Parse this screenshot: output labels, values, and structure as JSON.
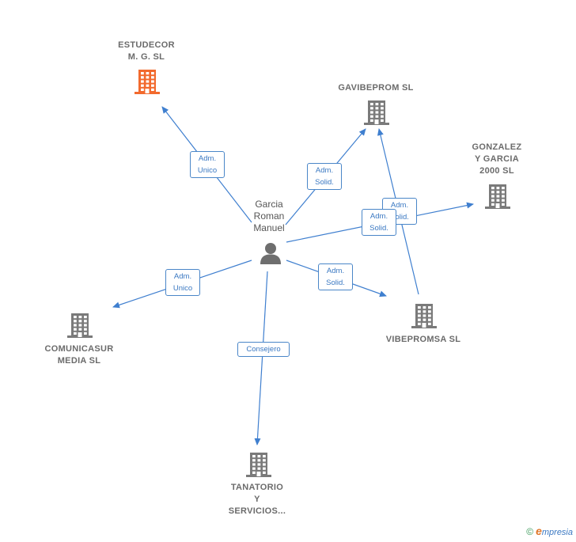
{
  "colors": {
    "edge": "#3f7fcf",
    "building": "#7a7a7a",
    "building_highlight": "#f26a2e",
    "person": "#6e6e6e"
  },
  "person": {
    "name": "Garcia\nRoman\nManuel",
    "icon": "person-icon"
  },
  "companies": [
    {
      "id": "estudecor",
      "name": "ESTUDECOR\nM. G.  SL",
      "highlight": true,
      "icon": "building-icon"
    },
    {
      "id": "gavibeprom",
      "name": "GAVIBEPROM SL",
      "highlight": false,
      "icon": "building-icon"
    },
    {
      "id": "gonzalez",
      "name": "GONZALEZ\nY GARCIA\n2000 SL",
      "highlight": false,
      "icon": "building-icon"
    },
    {
      "id": "comunicasur",
      "name": "COMUNICASUR\nMEDIA  SL",
      "highlight": false,
      "icon": "building-icon"
    },
    {
      "id": "vibepromsa",
      "name": "VIBEPROMSA SL",
      "highlight": false,
      "icon": "building-icon"
    },
    {
      "id": "tanatorio",
      "name": "TANATORIO\nY\nSERVICIOS...",
      "highlight": false,
      "icon": "building-icon"
    }
  ],
  "relations": [
    {
      "from": "person",
      "to": "estudecor",
      "label": "Adm.\nUnico"
    },
    {
      "from": "person",
      "to": "gavibeprom",
      "label": "Adm.\nSolid."
    },
    {
      "from": "vibepromsa",
      "to": "gavibeprom",
      "label": "Adm.\nSolid."
    },
    {
      "from": "person",
      "to": "gonzalez",
      "label": "Adm.\nSolid."
    },
    {
      "from": "person",
      "to": "comunicasur",
      "label": "Adm.\nUnico"
    },
    {
      "from": "person",
      "to": "vibepromsa",
      "label": "Adm.\nSolid."
    },
    {
      "from": "person",
      "to": "tanatorio",
      "label": "Consejero"
    }
  ],
  "footer": {
    "copyright_symbol": "©",
    "brand_initial": "e",
    "brand_rest": "mpresia"
  }
}
